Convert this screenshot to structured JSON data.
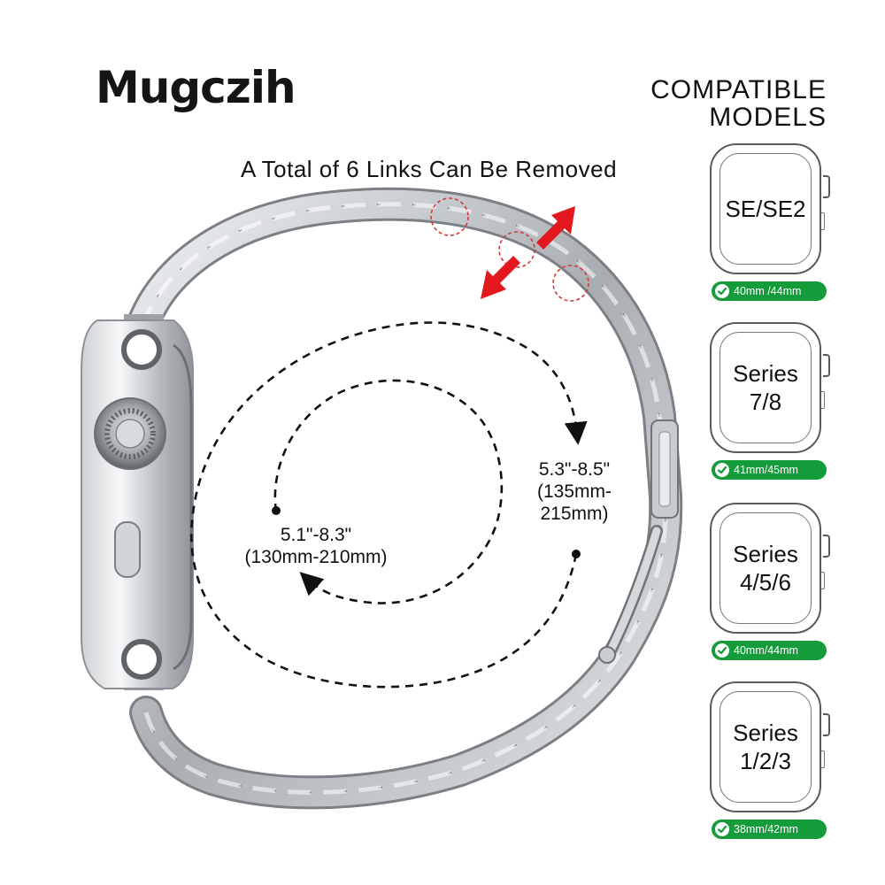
{
  "brand": "Mugczih",
  "compatible_heading": {
    "line1": "COMPATIBLE",
    "line2": "MODELS"
  },
  "links_title": "A Total of  6 Links Can Be Removed",
  "measurements": {
    "inner": {
      "line1": "5.1\"-8.3\"",
      "line2": "(130mm-210mm)"
    },
    "outer": {
      "line1": "5.3\"-8.5\"",
      "line2": "(135mm-",
      "line3": "215mm)"
    }
  },
  "models": [
    {
      "label": "SE/SE2",
      "sizes": "40mm /44mm"
    },
    {
      "label": "Series\n7/8",
      "sizes": "41mm/45mm"
    },
    {
      "label": "Series\n4/5/6",
      "sizes": "40mm/44mm"
    },
    {
      "label": "Series\n1/2/3",
      "sizes": "38mm/42mm"
    }
  ],
  "colors": {
    "badge_green": "#159c3a",
    "arrow_red": "#e3171e",
    "steel": "#b9bcc0",
    "dashed_line": "#111111"
  }
}
